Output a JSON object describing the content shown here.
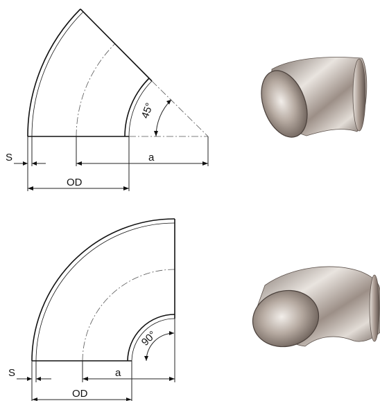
{
  "elbow_45": {
    "angle_label": "45°",
    "wall_label": "S",
    "diameter_label": "OD",
    "radius_label": "a"
  },
  "elbow_90": {
    "angle_label": "90°",
    "wall_label": "S",
    "diameter_label": "OD",
    "radius_label": "a"
  },
  "colors": {
    "metal_light": "#e9e4df",
    "metal_mid": "#b3a69d",
    "metal_dark": "#6f625b",
    "line": "#111111"
  }
}
